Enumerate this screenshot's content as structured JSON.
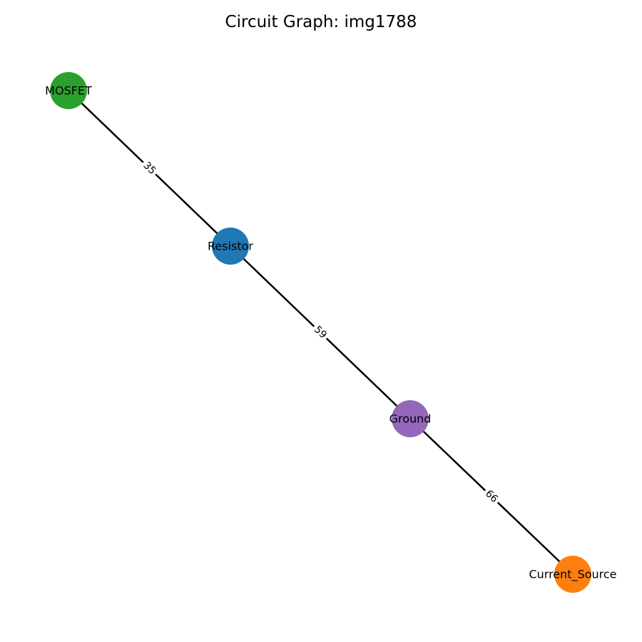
{
  "title": "Circuit Graph: img1788",
  "nodes": [
    {
      "id": "MOSFET",
      "label": "MOSFET",
      "color": "#2ca02c"
    },
    {
      "id": "Resistor",
      "label": "Resistor",
      "color": "#1f77b4"
    },
    {
      "id": "Ground",
      "label": "Ground",
      "color": "#9467bd"
    },
    {
      "id": "Current_Source",
      "label": "Current_Source",
      "color": "#ff7f0e"
    }
  ],
  "edges": [
    {
      "source": "MOSFET",
      "target": "Resistor",
      "label": "35"
    },
    {
      "source": "Resistor",
      "target": "Ground",
      "label": "59"
    },
    {
      "source": "Ground",
      "target": "Current_Source",
      "label": "66"
    }
  ]
}
